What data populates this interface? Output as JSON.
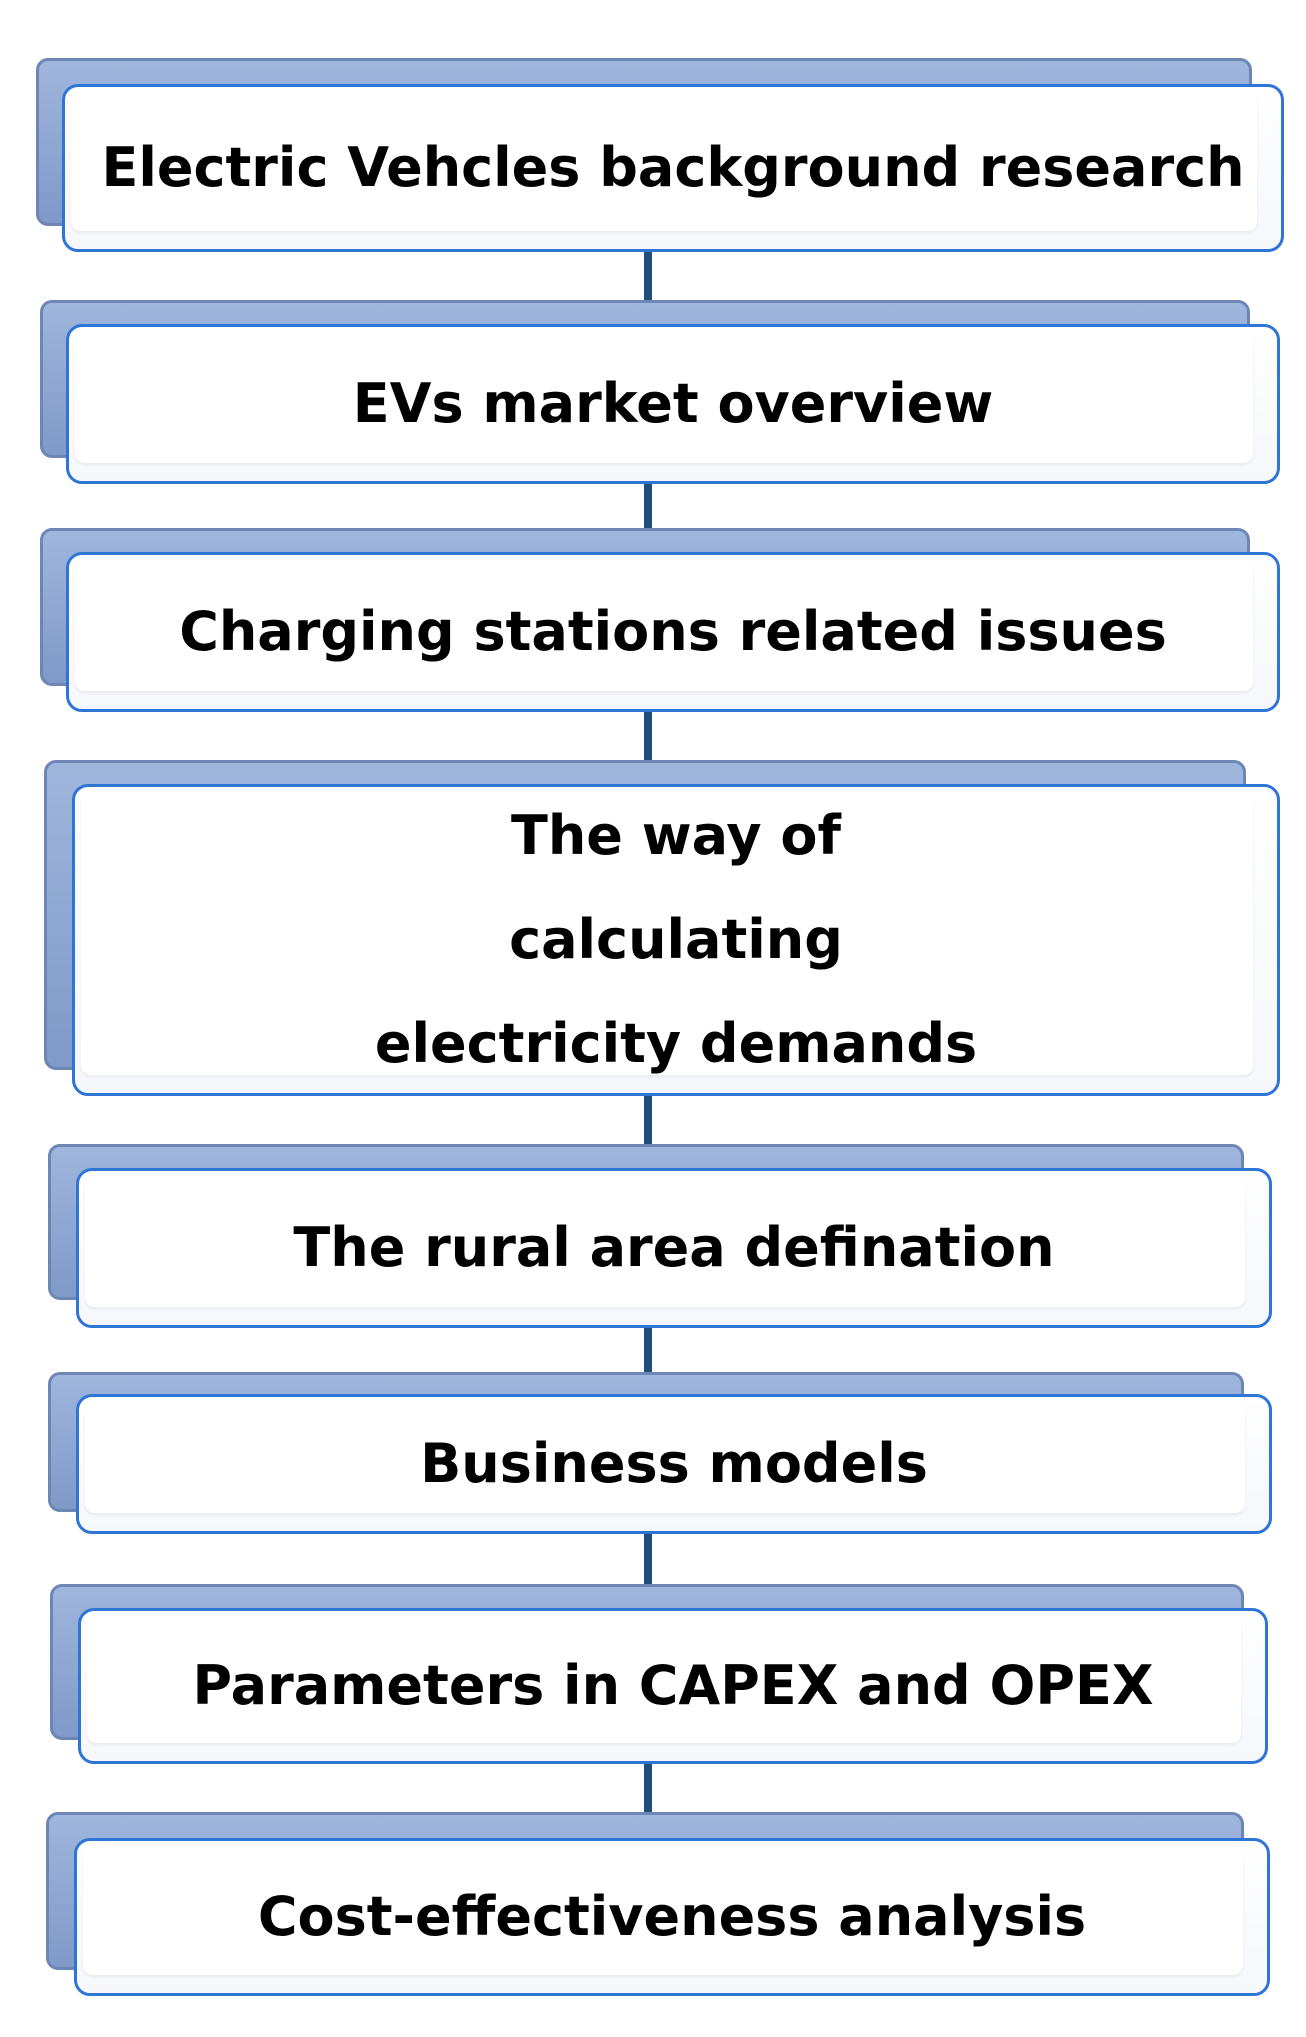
{
  "steps": [
    {
      "label": "Electric Vehcles background research"
    },
    {
      "label": "EVs market overview"
    },
    {
      "label": "Charging stations related issues"
    },
    {
      "label": "The way of calculating electricity demands"
    },
    {
      "label": "The rural area defination"
    },
    {
      "label": "Business models"
    },
    {
      "label": "Parameters in CAPEX and OPEX"
    },
    {
      "label": "Cost-effectiveness analysis"
    }
  ],
  "colors": {
    "connector": "#1f4e79",
    "box_border": "#2e75d6",
    "shadow_fill": "#8aa3d1"
  }
}
